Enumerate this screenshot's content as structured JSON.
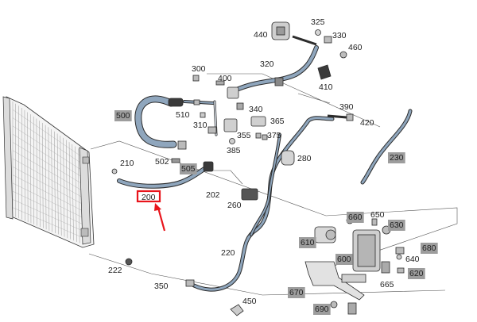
{
  "labels": {
    "l440": "440",
    "l325": "325",
    "l330": "330",
    "l460": "460",
    "l320": "320",
    "l300": "300",
    "l400": "400",
    "l410": "410",
    "l500": "500",
    "l510": "510",
    "l340": "340",
    "l390": "390",
    "l420": "420",
    "l310": "310",
    "l365": "365",
    "l355": "355",
    "l375": "375",
    "l385": "385",
    "l280": "280",
    "l230": "230",
    "l210": "210",
    "l502": "502",
    "l505": "505",
    "l202": "202",
    "l200": "200",
    "l260": "260",
    "l660": "660",
    "l650": "650",
    "l630": "630",
    "l610": "610",
    "l680": "680",
    "l640": "640",
    "l600": "600",
    "l620": "620",
    "l220": "220",
    "l222": "222",
    "l665": "665",
    "l350": "350",
    "l670": "670",
    "l450": "450",
    "l690": "690"
  },
  "highlight": {
    "color": "#e8141b",
    "callout": "200"
  },
  "colors": {
    "hose": "#8fa6bd",
    "hose_outline": "#2b2b2b",
    "shaded_label_bg": "#9d9d9d"
  }
}
